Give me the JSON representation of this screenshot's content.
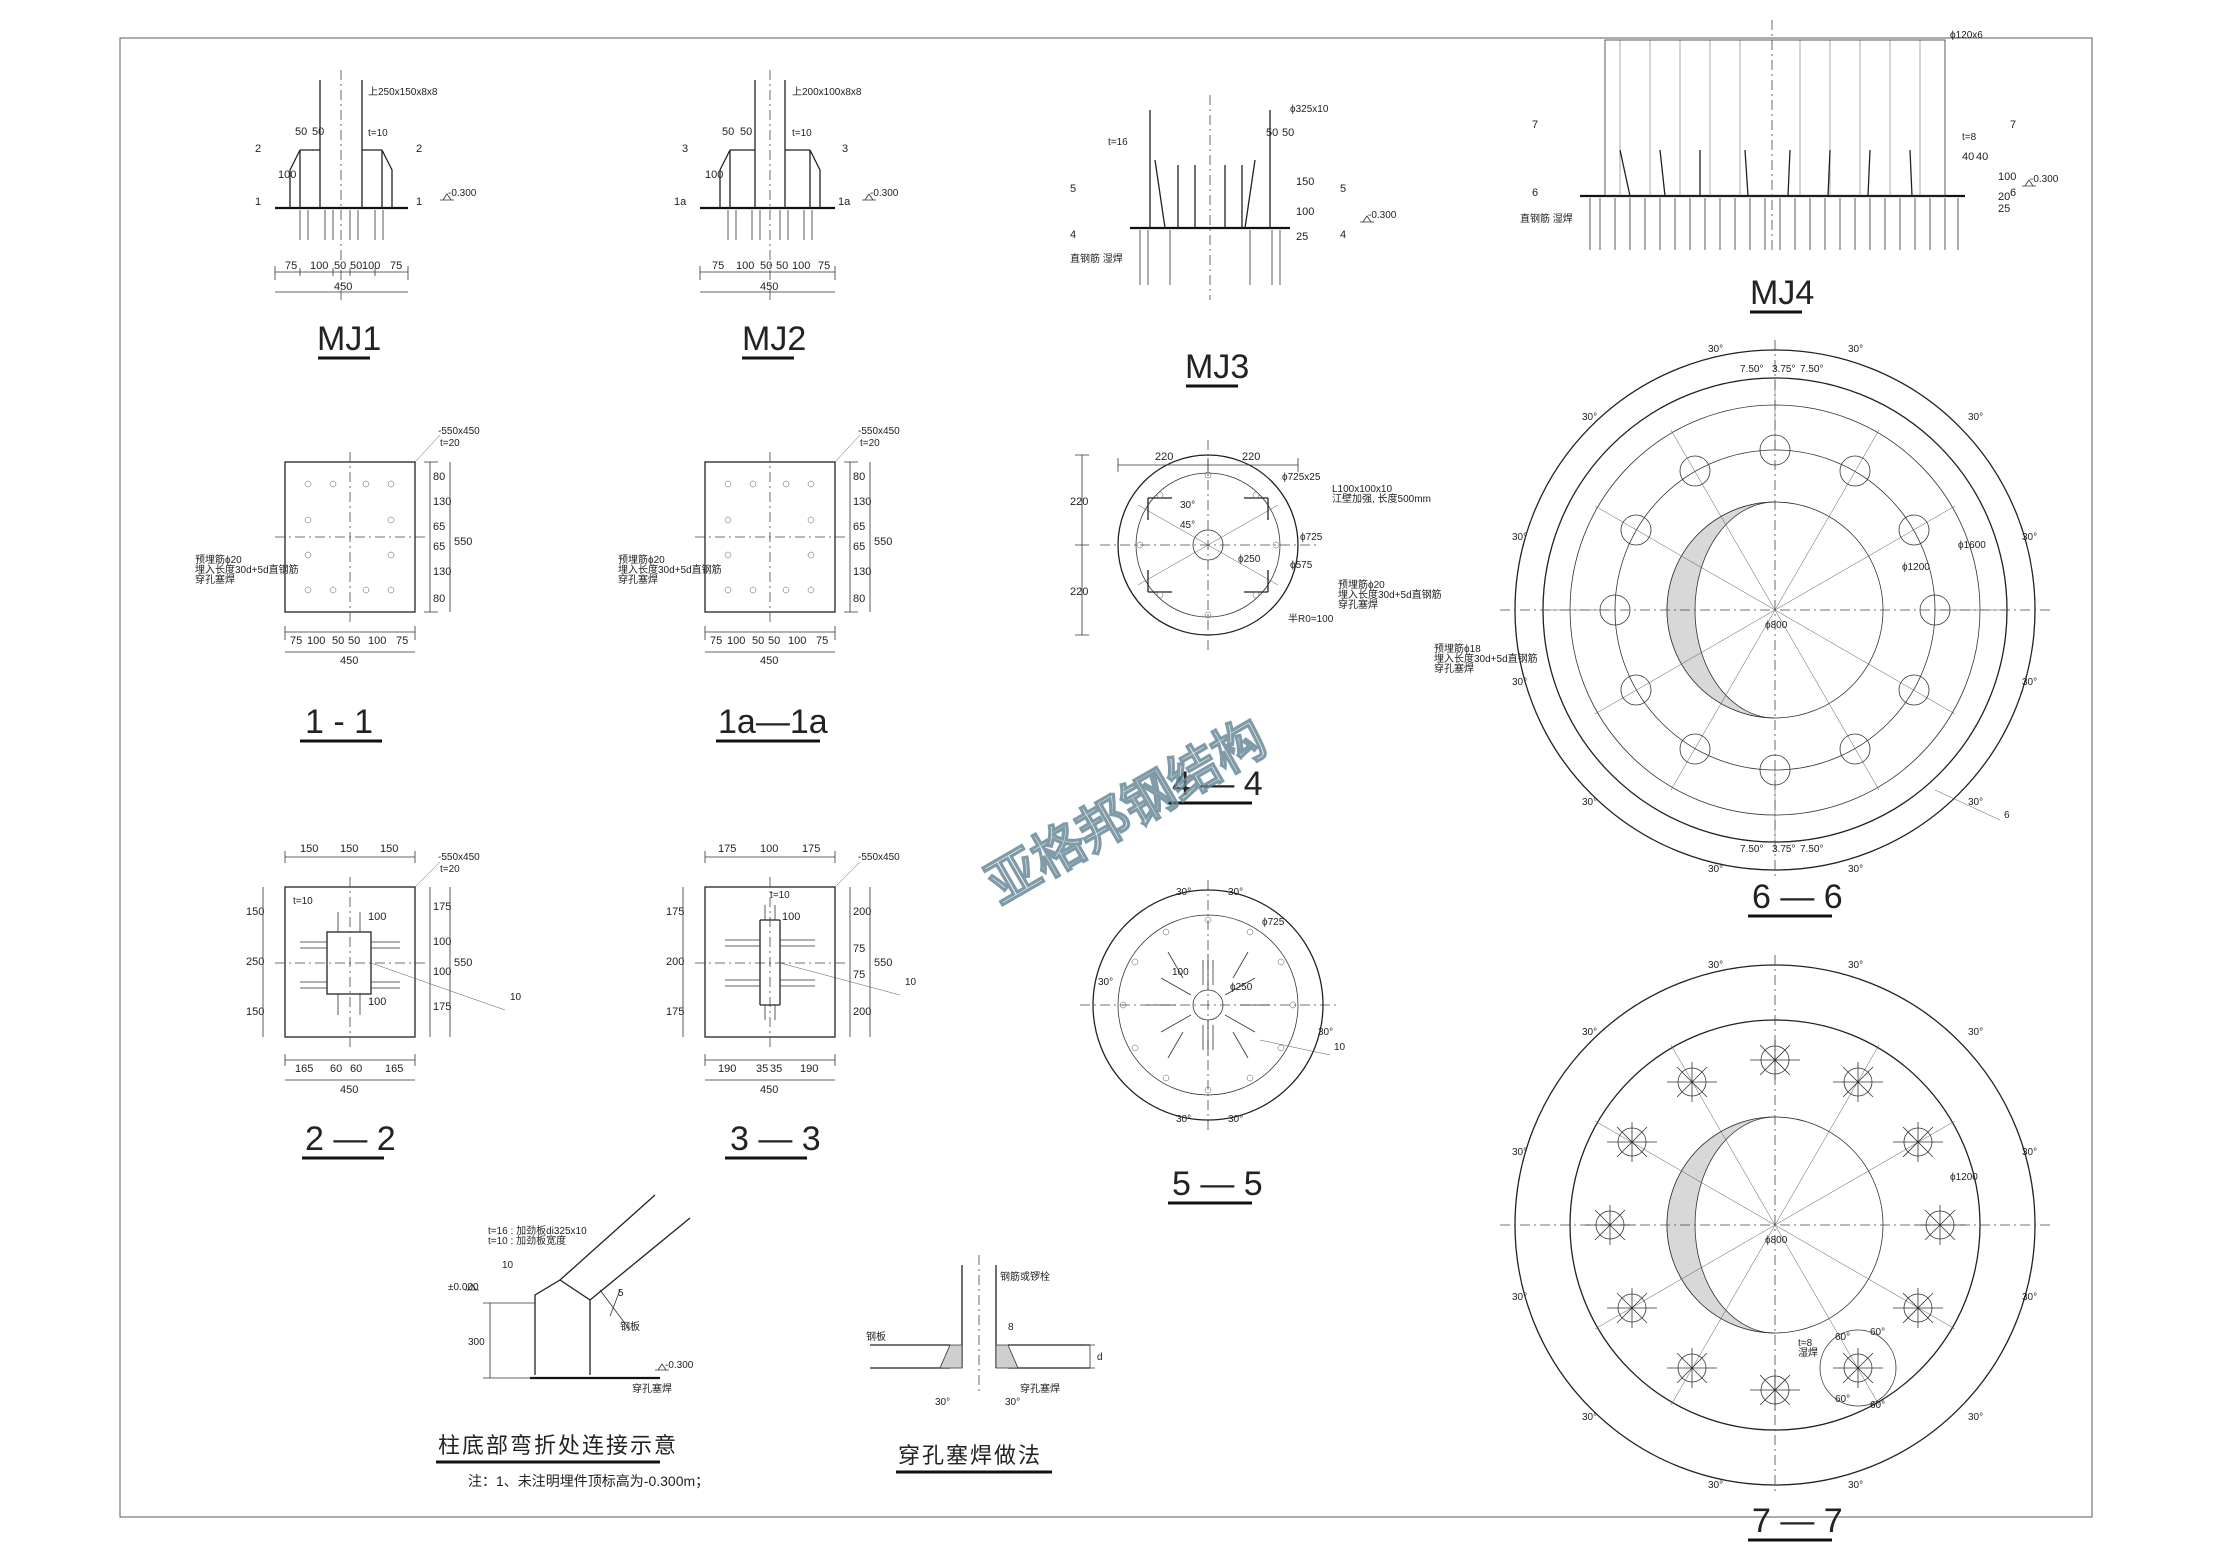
{
  "watermark": "亚格邦钢结构",
  "details": {
    "mj1": {
      "title": "MJ1",
      "plate": "上250x150x8x8",
      "t": "t=10",
      "dims": [
        "75",
        "100",
        "50",
        "50",
        "100",
        "75"
      ],
      "total": "450",
      "marks": [
        "2",
        "1"
      ],
      "vdims": [
        "50",
        "50",
        "100"
      ],
      "level": "-0.300"
    },
    "mj2": {
      "title": "MJ2",
      "plate": "上200x100x8x8",
      "t": "t=10",
      "dims": [
        "75",
        "100",
        "50",
        "50",
        "100",
        "75"
      ],
      "total": "450",
      "marks": [
        "3",
        "1a"
      ],
      "vdims": [
        "50",
        "50",
        "100"
      ],
      "level": "-0.300"
    },
    "mj3": {
      "title": "MJ3",
      "plate": "ϕ325x10",
      "t": "t=16",
      "marks": [
        "5",
        "4"
      ],
      "vdims": [
        "50",
        "50",
        "150",
        "100",
        "25"
      ],
      "level": "-0.300",
      "rebar": "直钢筋 湿焊"
    },
    "mj4": {
      "title": "MJ4",
      "plate": "ϕ120x6",
      "t": "t=8",
      "marks": [
        "7",
        "6"
      ],
      "vdims": [
        "40",
        "40",
        "100",
        "20",
        "25"
      ],
      "level": "-0.300",
      "rebar": "直钢筋 湿焊"
    },
    "s11": {
      "title": "1 - 1",
      "plate": "-550x450",
      "t": "t=20",
      "dims": [
        "75",
        "100",
        "50",
        "50",
        "100",
        "75"
      ],
      "total": "450",
      "vdims": [
        "80",
        "130",
        "65",
        "65",
        "130",
        "80"
      ],
      "height": "550",
      "note1": "预埋筋ϕ20",
      "note2": "埋入长度30d+5d直钢筋",
      "note3": "穿孔塞焊"
    },
    "s1a": {
      "title": "1a—1a",
      "plate": "-550x450",
      "t": "t=20",
      "dims": [
        "75",
        "100",
        "50",
        "50",
        "100",
        "75"
      ],
      "total": "450",
      "vdims": [
        "80",
        "130",
        "65",
        "65",
        "130",
        "80"
      ],
      "height": "550",
      "note1": "预埋筋ϕ20",
      "note2": "埋入长度30d+5d直钢筋",
      "note3": "穿孔塞焊"
    },
    "s44": {
      "title": "4 — 4",
      "dims": [
        "220",
        "220"
      ],
      "vdims": [
        "220",
        "220"
      ],
      "d1": "ϕ725x25",
      "d2": "ϕ725",
      "d3": "ϕ575",
      "d4": "ϕ250",
      "ang": "30°",
      "angle": "45°",
      "note": "L100x100x10",
      "note2": "江壁加强, 长度500mm",
      "r": "半R0=100",
      "n1": "预埋筋ϕ20",
      "n2": "埋入长度30d+5d直钢筋",
      "n3": "穿孔塞焊"
    },
    "s22": {
      "title": "2 — 2",
      "plate": "-550x450",
      "t": "t=20",
      "t2": "t=10",
      "top": [
        "150",
        "150",
        "150"
      ],
      "dims": [
        "165",
        "60",
        "60",
        "165"
      ],
      "total": "450",
      "vdims": [
        "150",
        "250",
        "150"
      ],
      "rdims": [
        "175",
        "100",
        "100",
        "175"
      ],
      "height": "550",
      "v100": "100",
      "h100": "100",
      "weld": "10"
    },
    "s33": {
      "title": "3 — 3",
      "plate": "-550x450",
      "t": "t=10",
      "top": [
        "175",
        "100",
        "175"
      ],
      "dims": [
        "190",
        "35",
        "35",
        "190"
      ],
      "total": "450",
      "vdims": [
        "175",
        "200",
        "175"
      ],
      "rdims": [
        "200",
        "75",
        "75",
        "200"
      ],
      "height": "550",
      "v100": "100",
      "weld": "10"
    },
    "s55": {
      "title": "5 — 5",
      "ang": "30°",
      "d1": "ϕ725",
      "d2": "ϕ250",
      "r": "100",
      "weld": "10"
    },
    "s66": {
      "title": "6 — 6",
      "ang": "30°",
      "sp1": "7.50°",
      "sp2": "3.75°",
      "d1": "ϕ1600",
      "d2": "ϕ1200",
      "d3": "ϕ800",
      "n1": "预埋筋ϕ18",
      "n2": "埋入长度30d+5d直钢筋",
      "n3": "穿孔塞焊",
      "weld": "6"
    },
    "s77": {
      "title": "7 — 7",
      "ang": "30°",
      "a60": "60°",
      "d1": "ϕ1200",
      "d2": "ϕ800",
      "t": "t=8",
      "t2": "湿焊"
    },
    "bend": {
      "title": "柱底部弯折处连接示意",
      "n1": "t=16 : 加劲板di325x10",
      "n2": "t=10 : 加劲板宽度",
      "level": "±0.000",
      "h": "300",
      "lv2": "-0.300",
      "w1": "10",
      "w2": "5",
      "lb": "钢板",
      "rb": "穿孔塞焊",
      "note": "注：1、未注明埋件顶标高为-0.300m；"
    },
    "plug": {
      "title": "穿孔塞焊做法",
      "n1": "钢筋或锣栓",
      "n2": "钢板",
      "n3": "穿孔塞焊",
      "d": "d",
      "a": "30°",
      "b": "30°",
      "s": "8"
    }
  }
}
